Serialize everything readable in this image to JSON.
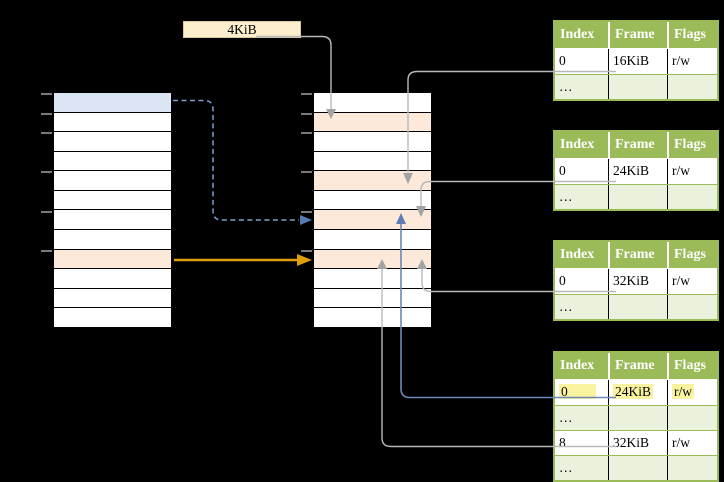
{
  "page_size_label": {
    "text": "4KiB"
  },
  "virtual_memory_table": {
    "rows": 12,
    "tick_rows": [
      0,
      1,
      2,
      4,
      6,
      8
    ],
    "row_styles": {
      "0": "blue",
      "8": "orange"
    }
  },
  "physical_memory_table": {
    "rows": 12,
    "tick_rows": [
      0,
      1,
      2,
      4,
      6,
      8
    ],
    "row_styles": {
      "1": "orange",
      "4": "orange",
      "6": "orange",
      "8": "orange"
    }
  },
  "page_tables": [
    {
      "name": "page-table-1",
      "headers": [
        "Index",
        "Frame",
        "Flags"
      ],
      "rows": [
        {
          "cells": [
            "0",
            "16KiB",
            "r/w"
          ],
          "shaded": false,
          "highlighted": false
        },
        {
          "cells": [
            "…",
            "",
            ""
          ],
          "shaded": true,
          "highlighted": false
        }
      ]
    },
    {
      "name": "page-table-2",
      "headers": [
        "Index",
        "Frame",
        "Flags"
      ],
      "rows": [
        {
          "cells": [
            "0",
            "24KiB",
            "r/w"
          ],
          "shaded": false,
          "highlighted": false
        },
        {
          "cells": [
            "…",
            "",
            ""
          ],
          "shaded": true,
          "highlighted": false
        }
      ]
    },
    {
      "name": "page-table-3",
      "headers": [
        "Index",
        "Frame",
        "Flags"
      ],
      "rows": [
        {
          "cells": [
            "0",
            "32KiB",
            "r/w"
          ],
          "shaded": false,
          "highlighted": false
        },
        {
          "cells": [
            "…",
            "",
            ""
          ],
          "shaded": true,
          "highlighted": false
        }
      ]
    },
    {
      "name": "page-table-4",
      "headers": [
        "Index",
        "Frame",
        "Flags"
      ],
      "rows": [
        {
          "cells": [
            "0",
            "24KiB",
            "r/w"
          ],
          "shaded": false,
          "highlighted": true
        },
        {
          "cells": [
            "…",
            "",
            ""
          ],
          "shaded": true,
          "highlighted": false
        },
        {
          "cells": [
            "8",
            "32KiB",
            "r/w"
          ],
          "shaded": false,
          "highlighted": false
        },
        {
          "cells": [
            "…",
            "",
            ""
          ],
          "shaded": true,
          "highlighted": false
        }
      ]
    }
  ],
  "connectors": [
    {
      "from": "4KiB label",
      "to": "physical memory row 1",
      "style": "gray-arrow"
    },
    {
      "from": "page-table-1 frame 16KiB",
      "to": "physical memory row 4",
      "style": "gray-arrow"
    },
    {
      "from": "page-table-2 frame 24KiB",
      "to": "physical memory row 6",
      "style": "gray-arrow"
    },
    {
      "from": "page-table-3 frame 32KiB",
      "to": "physical memory row 8",
      "style": "gray-arrow"
    },
    {
      "from": "page-table-4 row 8 frame 32KiB",
      "to": "physical memory row 8",
      "style": "gray-arrow"
    },
    {
      "from": "page-table-4 row 0 frame 24KiB",
      "to": "physical memory row 6",
      "style": "blue-arrow"
    },
    {
      "from": "virtual memory row 0",
      "to": "physical memory row 6",
      "style": "blue-dashed-arrow"
    },
    {
      "from": "virtual memory row 8",
      "to": "physical memory row 8",
      "style": "orange-arrow"
    }
  ],
  "colors": {
    "background": "#000000",
    "row_blue": "#dbe5f3",
    "row_orange": "#fde9d9",
    "label_box_cream": "#fdeecd",
    "table_header_green": "#9bbb59",
    "table_row_green": "#eaf1dd",
    "highlight_yellow": "#f9f3a0",
    "connector_gray": "#b9b9b9",
    "arrow_blue": "#6d87b8",
    "arrow_dashed_blue": "#7d9fca",
    "arrow_orange": "#df9e10"
  }
}
